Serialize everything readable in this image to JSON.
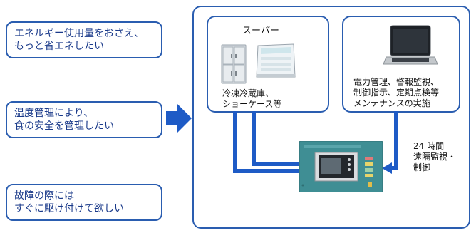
{
  "needs": [
    {
      "lines": [
        "エネルギー使用量をおさえ、",
        "もっと省エネしたい"
      ]
    },
    {
      "lines": [
        "温度管理により、",
        "食の安全を管理したい"
      ]
    },
    {
      "lines": [
        "故障の際には",
        "すぐに駆け付けて欲しい"
      ]
    }
  ],
  "supermarket": {
    "title": "スーパー",
    "caption": [
      "冷凍冷蔵庫、",
      "ショーケース等"
    ]
  },
  "laptop": {
    "caption": [
      "電力管理、警報監視、",
      "制御指示、定期点検等",
      "メンテナンスの実施"
    ]
  },
  "remote": {
    "lines": [
      "24 時間",
      "遠隔監視・",
      "制御"
    ]
  },
  "colors": {
    "accent": "#2a5db0",
    "connector": "#1e5bc6",
    "panel_body": "#3f8e94"
  },
  "icons": {
    "arrow": "arrow-right-icon",
    "fridge": "fridge-icon",
    "showcase": "showcase-icon",
    "laptop": "laptop-icon",
    "controller": "controller-panel-icon"
  }
}
